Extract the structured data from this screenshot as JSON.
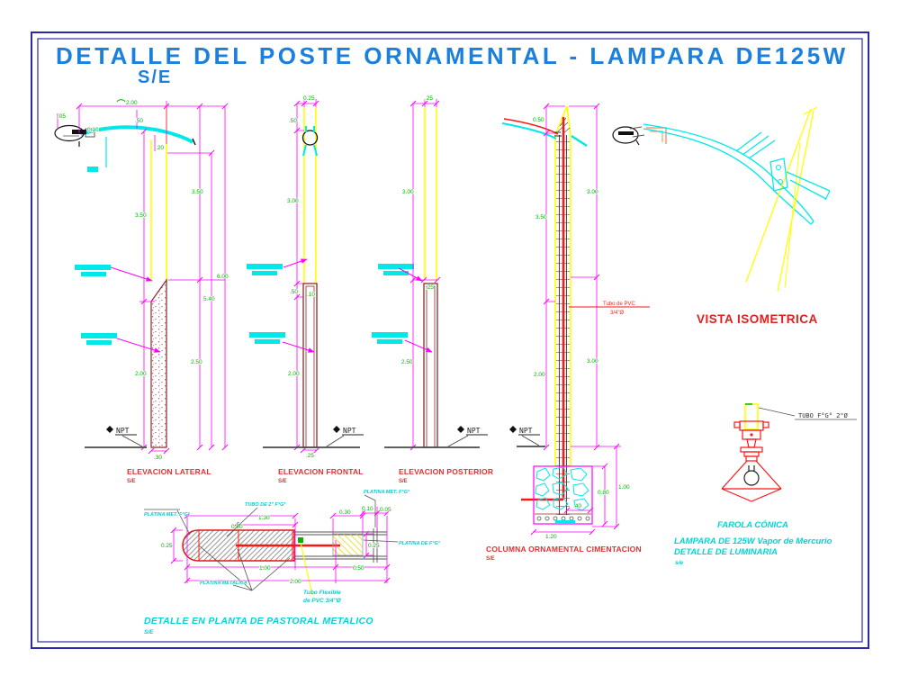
{
  "colors": {
    "border": "#2a2aa8",
    "title": "#1b7fdd",
    "dimension_text": "#00b400",
    "dimension_line": "#ff00ff",
    "pole": "#ffff00",
    "arm_cyan": "#00e8e8",
    "structure_red": "#ff1515",
    "concrete_maroon": "#8b2a2a",
    "view_label_red": "#e03232",
    "annotation_cyan": "#00cfcf"
  },
  "title": {
    "text": "DETALLE DEL POSTE ORNAMENTAL - LAMPARA DE125W",
    "scale": "S/E"
  },
  "npt": "NPT",
  "views": {
    "lateral": {
      "title": "ELEVACION LATERAL",
      "scale": "S/E",
      "dims": {
        "radius": "2.00",
        "arm_drop": ".50",
        "lamp_offset": ".05",
        "arm_tube": "0.10",
        "bracket": ".20",
        "pole_left": "3.50",
        "pole_right": "3.50",
        "arm_height": "5.40",
        "total_height": "6.00",
        "base_left": "2.00",
        "base_right": "2.50",
        "base_width": ".30"
      }
    },
    "frontal": {
      "title": "ELEVACION FRONTAL",
      "scale": "S/E",
      "dims": {
        "pole_width": "0.25",
        "top_segment": ".50",
        "pole_height": "3.00",
        "joint": ".50",
        "joint_inner": ".10",
        "base_height": "2.00",
        "base_width": ".25"
      }
    },
    "posterior": {
      "title": "ELEVACION POSTERIOR",
      "scale": "S/E",
      "dims": {
        "pole_width": ".25",
        "pole_height": "3.00",
        "joint": ".25",
        "base_height": "2.50"
      }
    },
    "cimentacion": {
      "title": "COLUMNA ORNAMENTAL CIMENTACION",
      "scale": "S/E",
      "pipe_label_line1": "Tubo de PVC",
      "pipe_label_line2": "3/4\"Ø",
      "dims": {
        "arm_top": "0.50",
        "pole": "3.50",
        "upper_right": "3.00",
        "lower_left": "2.00",
        "lower_right": "3.00",
        "foundation_depth": "1.00",
        "foundation_inner": "0.80",
        "rebar_spacing": ".40",
        "foundation_width": "1.20"
      }
    },
    "isometrica": {
      "title": "VISTA ISOMETRICA"
    },
    "luminaria": {
      "callout": "TUBO F°G° 2\"Ø",
      "name": "FAROLA  CÓNICA",
      "desc1": "LAMPARA DE 125W Vapor de Mercurio",
      "desc2": "DETALLE DE LUMINARIA",
      "scale": "s/e"
    },
    "pastoral": {
      "title": "DETALLE EN PLANTA DE PASTORAL METALICO",
      "scale": "S/E",
      "labels": {
        "platina_top_left": "PLATINA MET. F°G°",
        "tubo": "TUBO DE 2\" F°G°",
        "platina_top_right": "PLATINA MET. F°G°",
        "platina_right": "PLATINA DE F°G°",
        "platina_bottom": "PLATINA METALICA",
        "flexible_line1": "Tubo Flexible",
        "flexible_line2": "de PVC  3/4\"Ø"
      },
      "dims": {
        "tube_length": "1.30",
        "segment": "0.50",
        "plate": "0.30",
        "gap": "0.10",
        "end": "0.05",
        "width_left": "0.25",
        "width_right": "0.25",
        "pipe_length": "1.00",
        "tail": "0.50",
        "total": "2.00"
      }
    }
  }
}
